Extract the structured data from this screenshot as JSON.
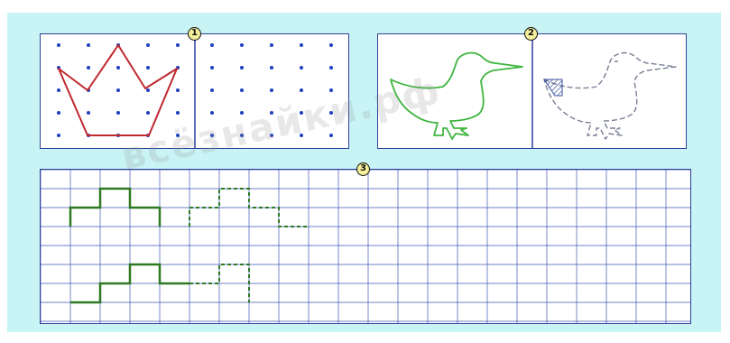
{
  "exercises": {
    "one": {
      "number": "1"
    },
    "two": {
      "number": "2"
    },
    "three": {
      "number": "3"
    }
  },
  "watermark": {
    "text": "всёзнайки.рф"
  },
  "colors": {
    "background": "#c8f4f6",
    "border": "#2f3f9a",
    "dots": "#1f3fbf",
    "crown": "#c0282f",
    "duck": "#3fb53f",
    "duck_dashed": "#7a7f96",
    "wing_hatch": "#3a4fa0",
    "grid": "#3f55b5",
    "figure_solid": "#2e7a22",
    "badge_fill": "#f3ef9a"
  }
}
